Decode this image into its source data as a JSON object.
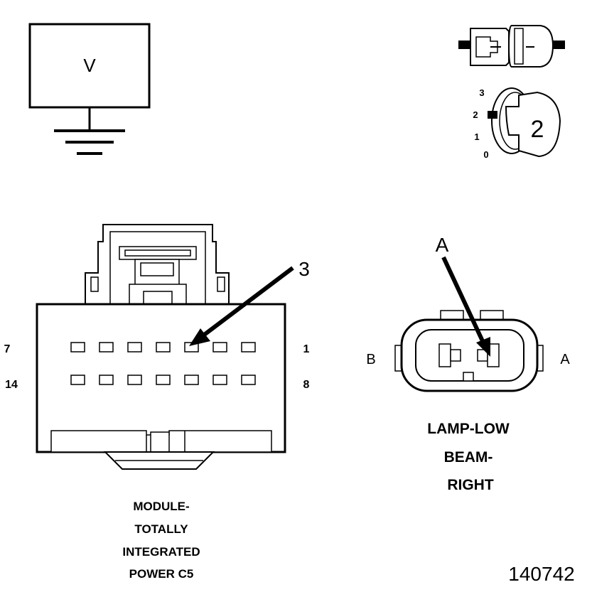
{
  "voltmeter": {
    "label": "V"
  },
  "ignition": {
    "positions": [
      "3",
      "2",
      "1",
      "0"
    ],
    "key_label": "2"
  },
  "module_connector": {
    "callout": "3",
    "pin_top_left": "7",
    "pin_top_right": "1",
    "pin_bottom_left": "14",
    "pin_bottom_right": "8",
    "caption": [
      "MODULE-",
      "TOTALLY",
      "INTEGRATED",
      "POWER C5"
    ]
  },
  "lamp_connector": {
    "callout": "A",
    "pin_left": "B",
    "pin_right": "A",
    "caption": [
      "LAMP-LOW",
      "BEAM-",
      "RIGHT"
    ]
  },
  "figure_id": "140742"
}
